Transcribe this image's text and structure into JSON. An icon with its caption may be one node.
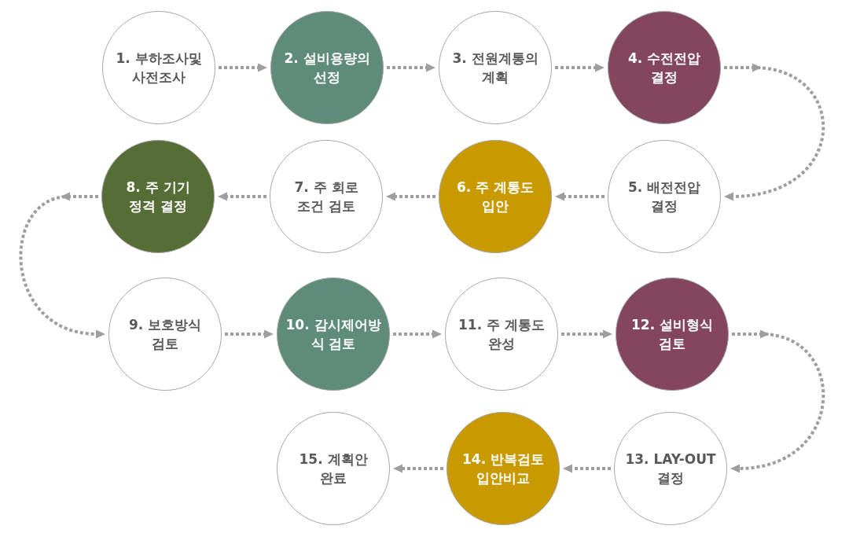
{
  "diagram": {
    "nodes": [
      {
        "text": [
          "1. 부하조사및 사전조사"
        ]
      },
      {
        "text": [
          "2. 설비용량의 선정"
        ]
      },
      {
        "text": [
          "3. 전원계통의 계획"
        ]
      },
      {
        "text": [
          "4. 수전전압 결정"
        ]
      },
      {
        "text": [
          "5. 배전전압 결정"
        ]
      },
      {
        "text": [
          "6. 주 계통도 입안"
        ]
      },
      {
        "text": [
          "7. 주 회로 조건 검토"
        ]
      },
      {
        "text": [
          "8. 주 기기 정격 결정"
        ]
      },
      {
        "text": [
          "9. 보호방식 검토"
        ]
      },
      {
        "text": [
          "10. 감시제어방 식 검토"
        ]
      },
      {
        "text": [
          "11. 주 계통도 완성"
        ]
      },
      {
        "text": [
          "12. 설비형식 검토"
        ]
      },
      {
        "text": [
          "13. LAY-OUT 결정"
        ]
      },
      {
        "text": [
          "14. 반복검토 입안비교"
        ]
      },
      {
        "text": [
          "15. 계획안 완료"
        ]
      }
    ],
    "edges": [
      {
        "from": 0,
        "to": 1,
        "arrow": "to"
      },
      {
        "from": 1,
        "to": 2,
        "arrow": "to"
      },
      {
        "from": 2,
        "to": 3,
        "arrow": "to"
      },
      {
        "from": 3,
        "to": 4,
        "arrow": "to"
      },
      {
        "from": 4,
        "to": 5,
        "arrow": "to"
      },
      {
        "from": 5,
        "to": 6,
        "arrow": "to"
      },
      {
        "from": 6,
        "to": 7,
        "arrow": "to"
      },
      {
        "from": 7,
        "to": 8,
        "arrow": "to"
      },
      {
        "from": 8,
        "to": 9,
        "arrow": "to"
      },
      {
        "from": 9,
        "to": 10,
        "arrow": "to"
      },
      {
        "from": 10,
        "to": 11,
        "arrow": "to"
      },
      {
        "from": 11,
        "to": 12,
        "arrow": "to"
      },
      {
        "from": 12,
        "to": 13,
        "arrow": "to"
      },
      {
        "from": 13,
        "to": 14,
        "arrow": "to"
      }
    ]
  }
}
